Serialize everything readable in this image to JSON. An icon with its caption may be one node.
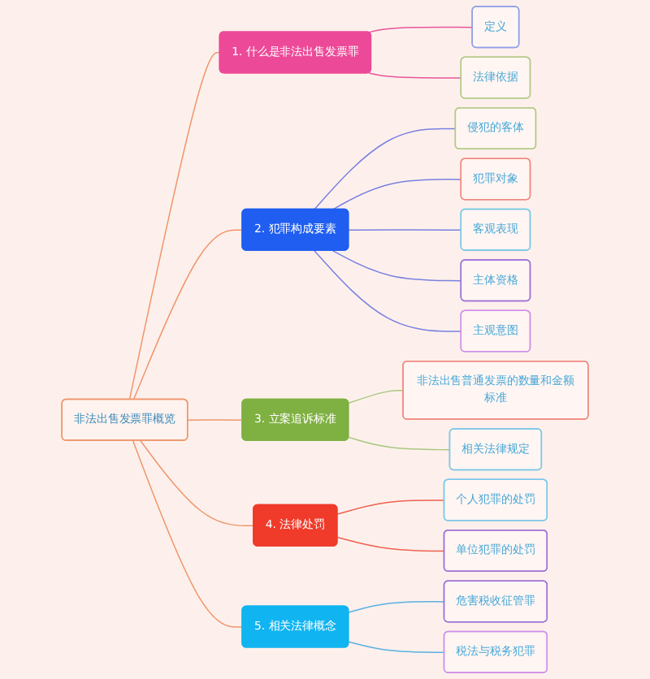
{
  "diagram": {
    "nodes": [
      {
        "text": [
          "非法出售发票罪概览"
        ]
      },
      {
        "text": [
          "1. 什么是非法出售发票罪"
        ]
      },
      {
        "text": [
          "定义"
        ]
      },
      {
        "text": [
          "法律依据"
        ]
      },
      {
        "text": [
          "2. 犯罪构成要素"
        ]
      },
      {
        "text": [
          "侵犯的客体"
        ]
      },
      {
        "text": [
          "犯罪对象"
        ]
      },
      {
        "text": [
          "客观表现"
        ]
      },
      {
        "text": [
          "主体资格"
        ]
      },
      {
        "text": [
          "主观意图"
        ]
      },
      {
        "text": [
          "3. 立案追诉标准"
        ]
      },
      {
        "text": [
          "非法出售普通发票的数量和金额标准"
        ]
      },
      {
        "text": [
          "相关法律规定"
        ]
      },
      {
        "text": [
          "4. 法律处罚"
        ]
      },
      {
        "text": [
          "个人犯罪的处罚"
        ]
      },
      {
        "text": [
          "单位犯罪的处罚"
        ]
      },
      {
        "text": [
          "5. 相关法律概念"
        ]
      },
      {
        "text": [
          "危害税收征管罪"
        ]
      },
      {
        "text": [
          "税法与税务犯罪"
        ]
      }
    ],
    "edges": [
      {
        "from": 0,
        "to": 1,
        "arrow": "none"
      },
      {
        "from": 1,
        "to": 2,
        "arrow": "none",
        "color": "#e8559a"
      },
      {
        "from": 1,
        "to": 3,
        "arrow": "none",
        "color": "#e8559a"
      },
      {
        "from": 0,
        "to": 4,
        "arrow": "none"
      },
      {
        "from": 4,
        "to": 5,
        "arrow": "none",
        "color": "#7a80e0"
      },
      {
        "from": 4,
        "to": 6,
        "arrow": "none",
        "color": "#7a80e0"
      },
      {
        "from": 4,
        "to": 7,
        "arrow": "none",
        "color": "#7a80e0"
      },
      {
        "from": 4,
        "to": 8,
        "arrow": "none",
        "color": "#7a80e0"
      },
      {
        "from": 4,
        "to": 9,
        "arrow": "none",
        "color": "#7a80e0"
      },
      {
        "from": 0,
        "to": 10,
        "arrow": "none"
      },
      {
        "from": 10,
        "to": 11,
        "arrow": "none",
        "color": "#a8c880"
      },
      {
        "from": 10,
        "to": 12,
        "arrow": "none",
        "color": "#a8c880"
      },
      {
        "from": 0,
        "to": 13,
        "arrow": "none"
      },
      {
        "from": 13,
        "to": 14,
        "arrow": "none",
        "color": "#f06050"
      },
      {
        "from": 13,
        "to": 15,
        "arrow": "none",
        "color": "#f06050"
      },
      {
        "from": 0,
        "to": 16,
        "arrow": "none"
      },
      {
        "from": 16,
        "to": 17,
        "arrow": "none",
        "color": "#5ab0e0"
      },
      {
        "from": 16,
        "to": 18,
        "arrow": "none",
        "color": "#5ab0e0"
      }
    ]
  }
}
